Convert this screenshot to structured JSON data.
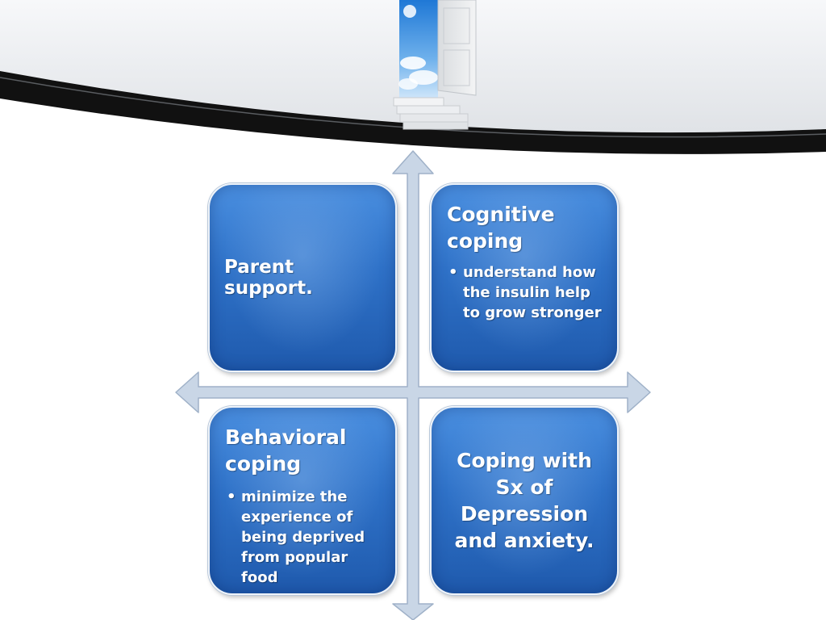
{
  "quadrants": {
    "top_left": {
      "text": "Parent support."
    },
    "top_right": {
      "title": "Cognitive coping",
      "bullets": [
        "understand how the insulin help to grow stronger"
      ]
    },
    "bottom_left": {
      "title": "Behavioral coping",
      "bullets": [
        "minimize the experience of being deprived from popular food"
      ]
    },
    "bottom_right": {
      "text": "Coping with Sx of Depression and anxiety."
    }
  },
  "colors": {
    "box_blue": "#2f72c8",
    "arrow_fill": "#c9d6e6",
    "arrow_stroke": "#9fb1c8",
    "header_black": "#111111",
    "header_gray": "#e9ebee"
  },
  "icons": {
    "header_image": "door-to-sky-with-stairs",
    "arrows": "four-way-cross-arrow"
  }
}
